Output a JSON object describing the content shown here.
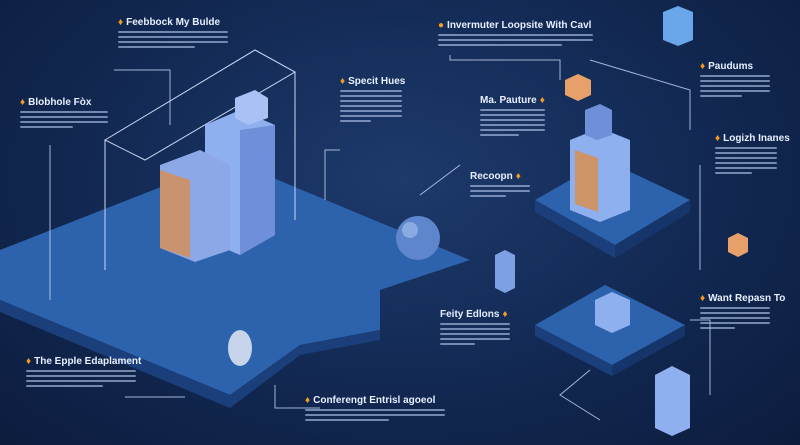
{
  "callouts": [
    {
      "title": "Feebbock My Bulde"
    },
    {
      "title": "Blobhole Fòx"
    },
    {
      "title": "Specit Hues"
    },
    {
      "title": "Invermuter Loopsite With Cavl"
    },
    {
      "title": "Ma. Pauture"
    },
    {
      "title": "Paudums"
    },
    {
      "title": "Logizh Inanes"
    },
    {
      "title": "Recoopn"
    },
    {
      "title": "Feity Edlons"
    },
    {
      "title": "Want Repasn To"
    },
    {
      "title": "The Epple Edaplament"
    },
    {
      "title": "Conferengt Entrisl agoeol"
    }
  ],
  "colors": {
    "background": "#132a55",
    "platform": "#2b5fa8",
    "accent": "#f59a23",
    "building": "#8fb0ef"
  }
}
